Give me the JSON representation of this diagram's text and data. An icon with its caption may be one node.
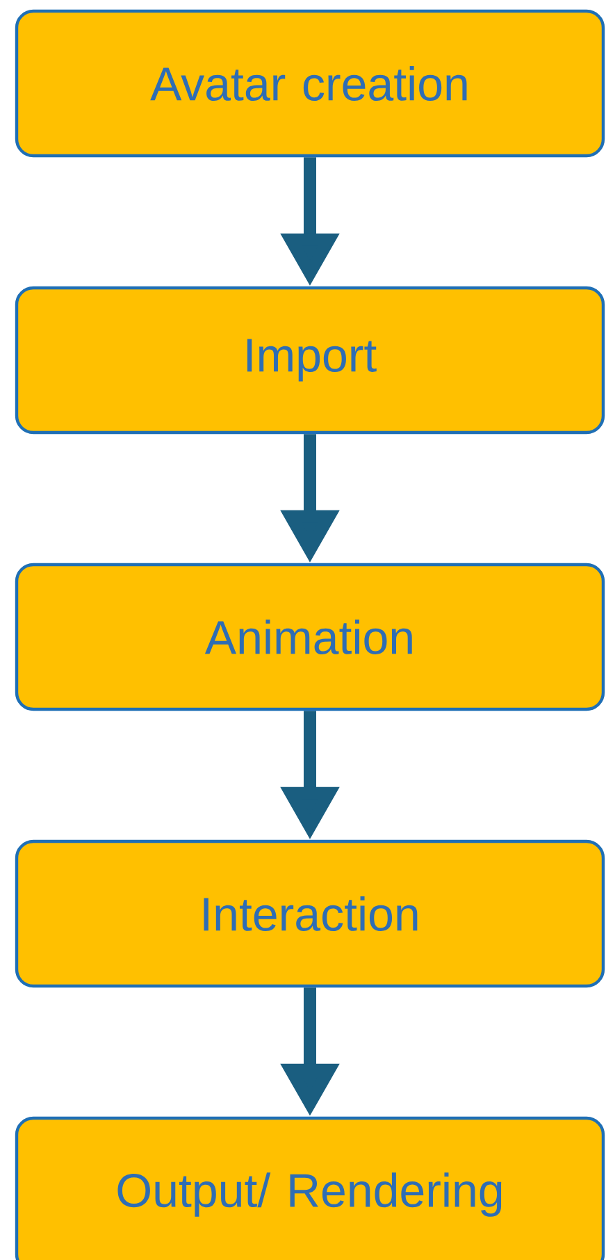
{
  "diagram": {
    "nodes": [
      {
        "text": [
          "Avatar creation"
        ]
      },
      {
        "text": [
          "Import"
        ]
      },
      {
        "text": [
          "Animation"
        ]
      },
      {
        "text": [
          "Interaction"
        ]
      },
      {
        "text": [
          "Output/ Rendering"
        ]
      }
    ],
    "edges": [
      {
        "from": 0,
        "to": 1,
        "arrow": "to"
      },
      {
        "from": 1,
        "to": 2,
        "arrow": "to"
      },
      {
        "from": 2,
        "to": 3,
        "arrow": "to"
      },
      {
        "from": 3,
        "to": 4,
        "arrow": "to"
      }
    ]
  }
}
